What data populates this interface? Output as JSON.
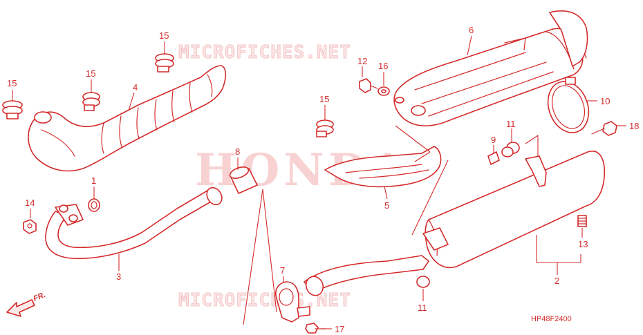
{
  "watermarks": {
    "site_top": "MICROFICHES.NET",
    "site_bottom": "MICROFICHES.NET",
    "brand": "HONDA"
  },
  "diagram_code": "HP48F2400",
  "front_marker": "FR.",
  "callouts": {
    "c1": "1",
    "c2": "2",
    "c3": "3",
    "c4": "4",
    "c5": "5",
    "c6": "6",
    "c7": "7",
    "c8": "8",
    "c9": "9",
    "c10": "10",
    "c11a": "11",
    "c11b": "11",
    "c12": "12",
    "c13": "13",
    "c14": "14",
    "c15a": "15",
    "c15b": "15",
    "c15c": "15",
    "c15d": "15",
    "c16": "16",
    "c17": "17",
    "c18": "18"
  },
  "colors": {
    "line": "#d42a2a",
    "watermark": "#f8d2d2",
    "background": "#ffffff"
  }
}
